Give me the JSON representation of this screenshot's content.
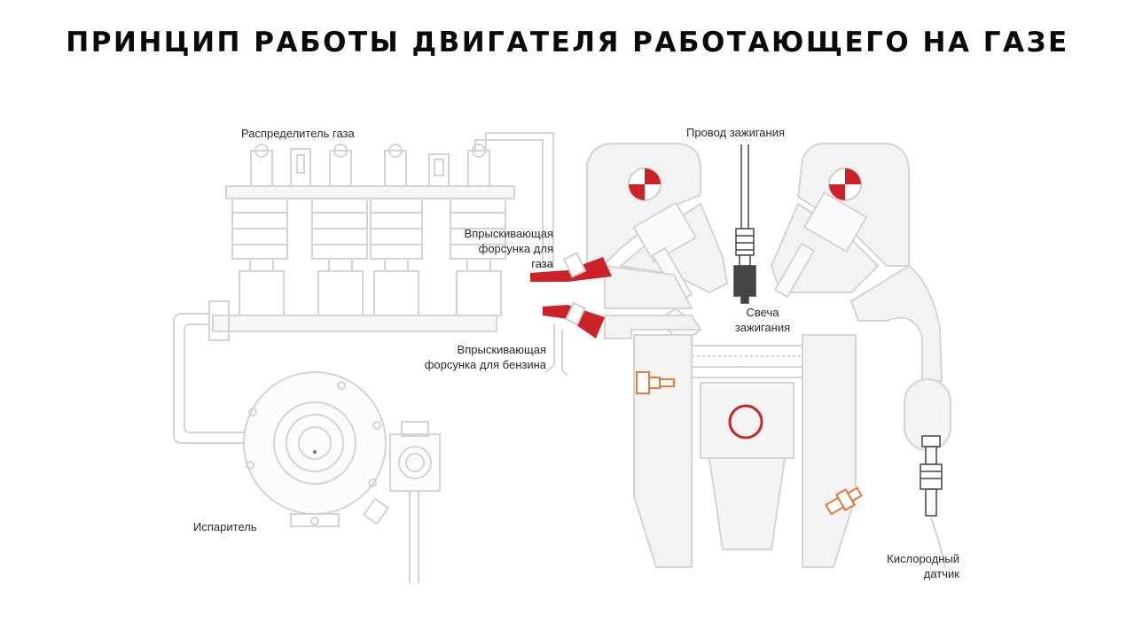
{
  "title": "ПРИНЦИП РАБОТЫ ДВИГАТЕЛЯ РАБОТАЮЩЕГО НА ГАЗЕ",
  "labels": {
    "gas_distributor": "Распределитель газа",
    "ignition_wire": "Провод зажигания",
    "gas_injector": "Впрыскивающая\nфорсунка для\nгаза",
    "spark_plug": "Свеча\nзажигания",
    "petrol_injector": "Впрыскивающая\nфорсунка для бензина",
    "evaporator": "Испаритель",
    "oxygen_sensor": "Кислородный\nдатчик"
  },
  "colors": {
    "outline": "#dcdcdc",
    "fill": "#f2f2f2",
    "red": "#cc2229",
    "orange": "#e57a3c",
    "dark": "#444444"
  }
}
